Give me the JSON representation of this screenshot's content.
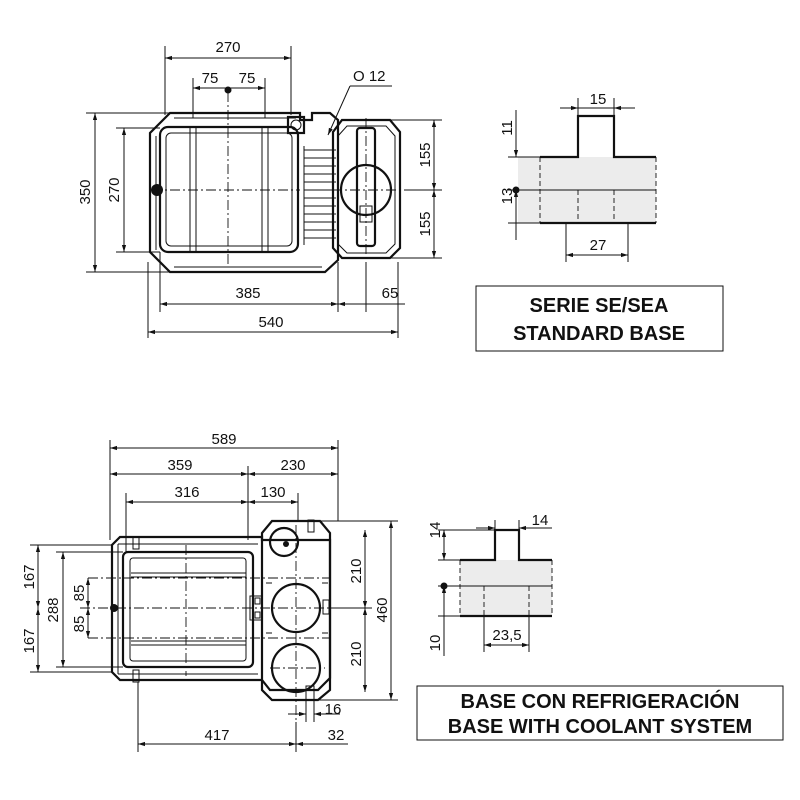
{
  "top": {
    "dims": {
      "w270": "270",
      "w75a": "75",
      "w75b": "75",
      "hole": "O 12",
      "h350": "350",
      "h270": "270",
      "h155a": "155",
      "h155b": "155",
      "w385": "385",
      "w65": "65",
      "w540": "540"
    },
    "slot": {
      "w15": "15",
      "h11": "11",
      "h13": "13",
      "w27": "27"
    },
    "title_lines": [
      "SERIE SE/SEA",
      "STANDARD BASE"
    ]
  },
  "bottom": {
    "dims": {
      "w589": "589",
      "w359": "359",
      "w230": "230",
      "w316": "316",
      "w130": "130",
      "h167a": "167",
      "h167b": "167",
      "h288": "288",
      "h85a": "85",
      "h85b": "85",
      "h210a": "210",
      "h210b": "210",
      "h460": "460",
      "w16": "16",
      "w417": "417",
      "w32": "32"
    },
    "slot": {
      "w14": "14",
      "h14": "14",
      "h10": "10",
      "w23": "23,5"
    },
    "title_lines": [
      "BASE CON REFRIGERACIÓN",
      "BASE WITH COOLANT SYSTEM"
    ]
  }
}
